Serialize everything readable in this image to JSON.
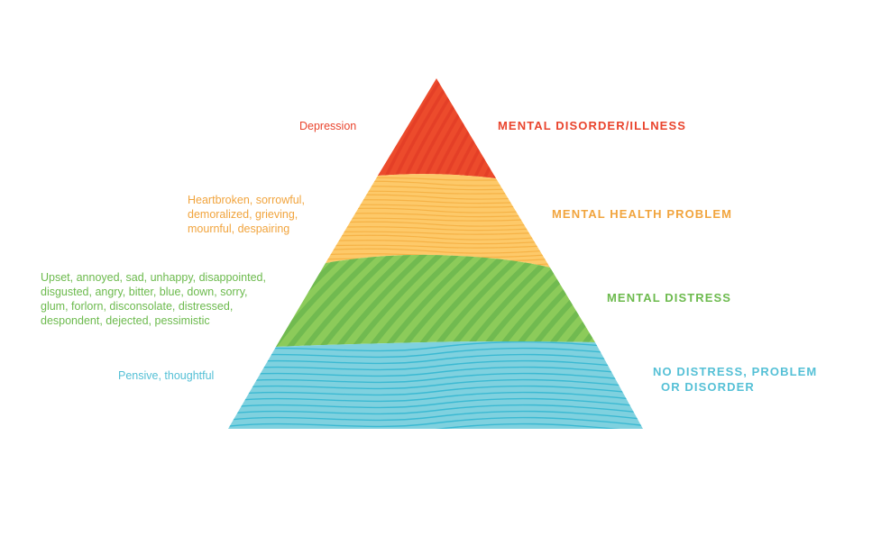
{
  "levels": [
    {
      "label_lines": [
        "MENTAL DISORDER/ILLNESS"
      ],
      "description_lines": [
        "Depression"
      ],
      "color": "#e9442d"
    },
    {
      "label_lines": [
        "MENTAL HEALTH PROBLEM"
      ],
      "description_lines": [
        "Heartbroken, sorrowful,",
        "demoralized, grieving,",
        "mournful, despairing"
      ],
      "color": "#f1a43d"
    },
    {
      "label_lines": [
        "MENTAL DISTRESS"
      ],
      "description_lines": [
        "Upset, annoyed, sad, unhappy, disappointed,",
        "disgusted, angry, bitter, blue, down, sorry,",
        "glum, forlorn, disconsolate, distressed,",
        "despondent, dejected, pessimistic"
      ],
      "color": "#6cba4d"
    },
    {
      "label_lines": [
        "NO DISTRESS, PROBLEM",
        "OR DISORDER"
      ],
      "description_lines": [
        "Pensive, thoughtful"
      ],
      "color": "#55c0d6"
    }
  ],
  "palette": {
    "red_fill": "#ec4b2c",
    "red_stripe": "#e23b25",
    "yellow_fill": "#fdc969",
    "yellow_stripe": "#f4ad3d",
    "green_fill": "#8ccb5a",
    "green_stripe": "#63b04b",
    "blue_fill": "#7fd1df",
    "blue_stripe": "#2fb5d0"
  }
}
